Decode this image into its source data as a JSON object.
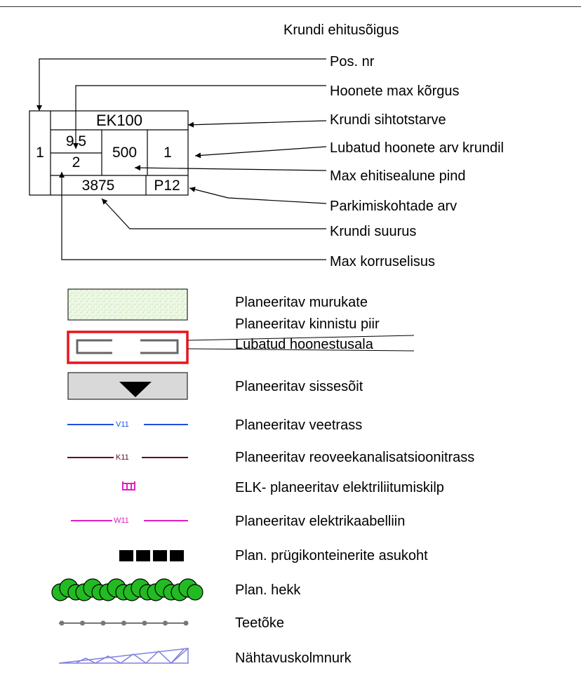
{
  "title": "Krundi ehitusõigus",
  "zone_box": {
    "pos_nr": "1",
    "purpose": "EK100",
    "max_height": "9,5",
    "max_floors": "2",
    "max_footprint": "500",
    "buildings_count": "1",
    "plot_size": "3875",
    "parking": "P12"
  },
  "explanations": [
    "Pos. nr",
    "Hoonete max kõrgus",
    "Krundi sihtotstarve",
    "Lubatud hoonete arv krundil",
    "Max ehitisealune pind",
    "Parkimiskohtade arv",
    "Krundi suurus",
    "Max korruselisus"
  ],
  "legend": [
    {
      "label": "Planeeritav murukate",
      "icon": "grass-hatch-icon"
    },
    {
      "label": "Planeeritav kinnistu piir",
      "icon": "property-border-icon",
      "color": "#e8141c"
    },
    {
      "label": "Lubatud hoonestusala",
      "icon": "building-area-icon",
      "color": "#666666"
    },
    {
      "label": "Planeeritav sissesõit",
      "icon": "driveway-triangle-icon"
    },
    {
      "label": "Planeeritav veetrass",
      "icon": "water-line-icon",
      "code": "V11",
      "color": "#1f4fe0"
    },
    {
      "label": "Planeeritav reoveekanalisatsioonitrass",
      "icon": "sewer-line-icon",
      "code": "K11",
      "color": "#5a1020"
    },
    {
      "label": "ELK- planeeritav elektriliitumiskilp",
      "icon": "electric-box-icon",
      "color": "#e020c0"
    },
    {
      "label": "Planeeritav elektrikaabelliin",
      "icon": "electric-cable-icon",
      "code": "W11",
      "color": "#e020c0"
    },
    {
      "label": "Plan. prügikonteinerite asukoht",
      "icon": "waste-containers-icon"
    },
    {
      "label": "Plan. hekk",
      "icon": "hedge-icon",
      "color": "#22bb22"
    },
    {
      "label": "Teetõke",
      "icon": "road-barrier-icon",
      "color": "#777777"
    },
    {
      "label": "Nähtavuskolmnurk",
      "icon": "visibility-triangle-icon",
      "color": "#8080e0"
    }
  ]
}
